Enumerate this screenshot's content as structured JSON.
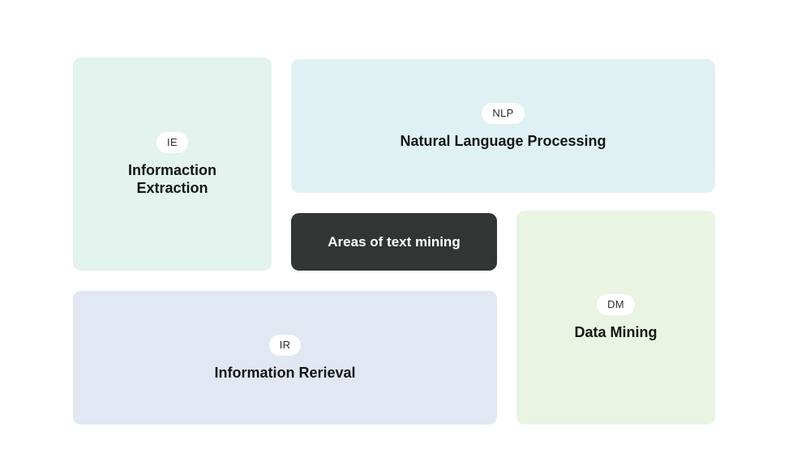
{
  "center": {
    "label": "Areas of text mining"
  },
  "areas": {
    "ie": {
      "abbr": "IE",
      "label": "Informaction Extraction",
      "color": "#e3f3ee"
    },
    "nlp": {
      "abbr": "NLP",
      "label": "Natural Language Processing",
      "color": "#e0f1f4"
    },
    "ir": {
      "abbr": "IR",
      "label": "Information Rerieval",
      "color": "#e1e7f3"
    },
    "dm": {
      "abbr": "DM",
      "label": "Data Mining",
      "color": "#e9f4e3"
    }
  },
  "colors": {
    "center_bg": "#313634",
    "badge_bg": "#ffffff",
    "text": "#151515"
  }
}
